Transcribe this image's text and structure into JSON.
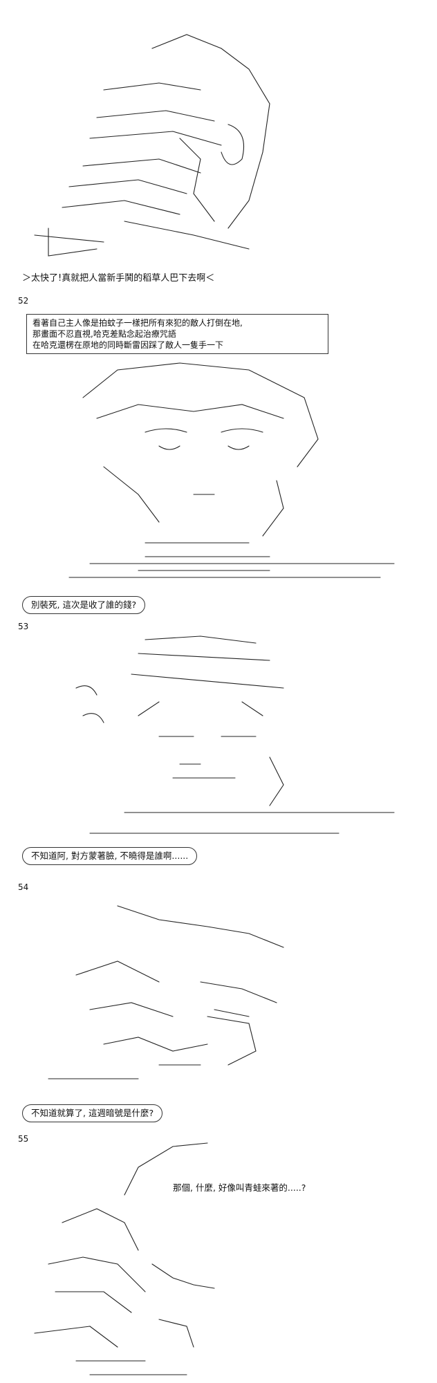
{
  "panels": {
    "p52": {
      "number": "52",
      "shout": "＞太快了!真就把人當新手鬨的稻草人巴下去啊＜"
    },
    "p53": {
      "number": "53",
      "narration": [
        "看著自己主人像是拍蚊子一樣把所有來犯的敵人打倒在地,",
        "那畫面不忍直視,哈克差點念起治療咒語",
        "在哈克還楞在原地的同時斷雷因踩了敵人一隻手一下"
      ],
      "speech": "別裝死, 這次是收了誰的錢?"
    },
    "p54": {
      "number": "54",
      "speech": "不知道阿, 對方蒙著臉, 不曉得是誰啊......"
    },
    "p55": {
      "number": "55",
      "speech": "不知道就算了, 這週暗號是什麼?"
    },
    "p56": {
      "speech": "那個, 什麼, 好像叫青蛙來著的.....?"
    }
  }
}
